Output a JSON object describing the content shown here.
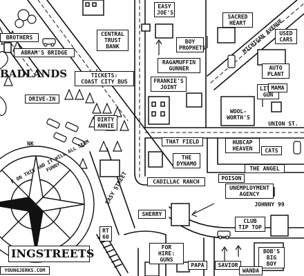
{
  "labels": {
    "easy_joes": "EASY\nJOE'S",
    "sacred_heart": "SACRED\nHEART",
    "central_trust_bank": "CENTRAL\nTRUST\nBANK",
    "michigan_avenue": "MICHIGAN AVENUE",
    "used_cars": "USED\nCARS",
    "brothers": "BROTHERS",
    "boy_prophets": "BOY\nPROPHETS",
    "abrams_bridge": "ABRAM'S BRIDGE",
    "ragamuffin_gunner": "RAGAMUFFIN\nGUNNER",
    "auto_plant": "AUTO\nPLANT",
    "badlands": "BADLANDS",
    "tickets_coast_city_bus": "TICKETS:\nCOAST CITY BUS",
    "frankies_joint": "FRANKIE'S\nJOINT",
    "little_gun": "LITTLE\nGUN",
    "mama": "MAMA",
    "drive_in": "DRIVE-IN",
    "woolworths": "WOOL-\nWORTH'S",
    "dirty_annie": "DIRTY\nANNIE",
    "union_st": "UNION ST.",
    "that_field": "THAT FIELD",
    "hubcap_heaven": "HUBCAP\nHEAVEN",
    "cats": "CATS",
    "the_dynamo": "THE\nDYNAMO",
    "the_angel": "THE ANGEL",
    "compass_text": "K ON THIS AND IT WILL ALL SEEM FUNNY",
    "cadillac_ranch": "CADILLAC RANCH",
    "poison": "POISON",
    "easy_street": "EASY STREET",
    "unemployment_agency": "UNEMPLOYMENT\nAGENCY",
    "johnny_99": "JOHNNY 99",
    "sherry": "SHERRY",
    "club_tip_top": "CLUB\nTIP TOP",
    "rt_60": "RT\n60",
    "for_hire_guns": "FOR HIRE:\nGUNS",
    "bobs_big_boy": "BOB'S\nBIG BOY",
    "title": "INGSTREETS",
    "papa": "PAPA",
    "savior": "SAVIOR",
    "wanda": "WANDA",
    "website": "YOUNGJERKS.COM",
    "nk": "NK",
    "compass_n": "N"
  }
}
